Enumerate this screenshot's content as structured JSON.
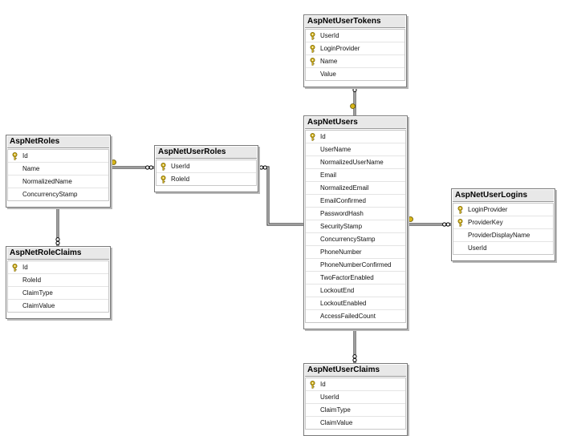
{
  "diagram": {
    "tables": [
      {
        "id": "t-roles",
        "title": "AspNetRoles",
        "columns": [
          {
            "name": "Id",
            "key": true
          },
          {
            "name": "Name",
            "key": false
          },
          {
            "name": "NormalizedName",
            "key": false
          },
          {
            "name": "ConcurrencyStamp",
            "key": false
          }
        ]
      },
      {
        "id": "t-userroles",
        "title": "AspNetUserRoles",
        "columns": [
          {
            "name": "UserId",
            "key": true
          },
          {
            "name": "RoleId",
            "key": true
          }
        ]
      },
      {
        "id": "t-roleclaims",
        "title": "AspNetRoleClaims",
        "columns": [
          {
            "name": "Id",
            "key": true
          },
          {
            "name": "RoleId",
            "key": false
          },
          {
            "name": "ClaimType",
            "key": false
          },
          {
            "name": "ClaimValue",
            "key": false
          }
        ]
      },
      {
        "id": "t-tokens",
        "title": "AspNetUserTokens",
        "columns": [
          {
            "name": "UserId",
            "key": true
          },
          {
            "name": "LoginProvider",
            "key": true
          },
          {
            "name": "Name",
            "key": true
          },
          {
            "name": "Value",
            "key": false
          }
        ]
      },
      {
        "id": "t-users",
        "title": "AspNetUsers",
        "columns": [
          {
            "name": "Id",
            "key": true
          },
          {
            "name": "UserName",
            "key": false
          },
          {
            "name": "NormalizedUserName",
            "key": false
          },
          {
            "name": "Email",
            "key": false
          },
          {
            "name": "NormalizedEmail",
            "key": false
          },
          {
            "name": "EmailConfirmed",
            "key": false
          },
          {
            "name": "PasswordHash",
            "key": false
          },
          {
            "name": "SecurityStamp",
            "key": false
          },
          {
            "name": "ConcurrencyStamp",
            "key": false
          },
          {
            "name": "PhoneNumber",
            "key": false
          },
          {
            "name": "PhoneNumberConfirmed",
            "key": false
          },
          {
            "name": "TwoFactorEnabled",
            "key": false
          },
          {
            "name": "LockoutEnd",
            "key": false
          },
          {
            "name": "LockoutEnabled",
            "key": false
          },
          {
            "name": "AccessFailedCount",
            "key": false
          }
        ]
      },
      {
        "id": "t-logins",
        "title": "AspNetUserLogins",
        "columns": [
          {
            "name": "LoginProvider",
            "key": true
          },
          {
            "name": "ProviderKey",
            "key": true
          },
          {
            "name": "ProviderDisplayName",
            "key": false
          },
          {
            "name": "UserId",
            "key": false
          }
        ]
      },
      {
        "id": "t-userclaims",
        "title": "AspNetUserClaims",
        "columns": [
          {
            "name": "Id",
            "key": true
          },
          {
            "name": "UserId",
            "key": false
          },
          {
            "name": "ClaimType",
            "key": false
          },
          {
            "name": "ClaimValue",
            "key": false
          }
        ]
      }
    ],
    "relationships": [
      {
        "from": "AspNetRoles",
        "to": "AspNetUserRoles",
        "from_end": "key",
        "to_end": "infinity"
      },
      {
        "from": "AspNetUsers",
        "to": "AspNetUserRoles",
        "from_end": "key",
        "to_end": "infinity"
      },
      {
        "from": "AspNetRoles",
        "to": "AspNetRoleClaims",
        "from_end": "key",
        "to_end": "infinity"
      },
      {
        "from": "AspNetUsers",
        "to": "AspNetUserTokens",
        "from_end": "key",
        "to_end": "infinity"
      },
      {
        "from": "AspNetUsers",
        "to": "AspNetUserLogins",
        "from_end": "key",
        "to_end": "infinity"
      },
      {
        "from": "AspNetUsers",
        "to": "AspNetUserClaims",
        "from_end": "key",
        "to_end": "infinity"
      }
    ],
    "colors": {
      "key_icon": "#d7b51a",
      "line": "#3a3a3a",
      "header": "#e8e8e8"
    }
  }
}
